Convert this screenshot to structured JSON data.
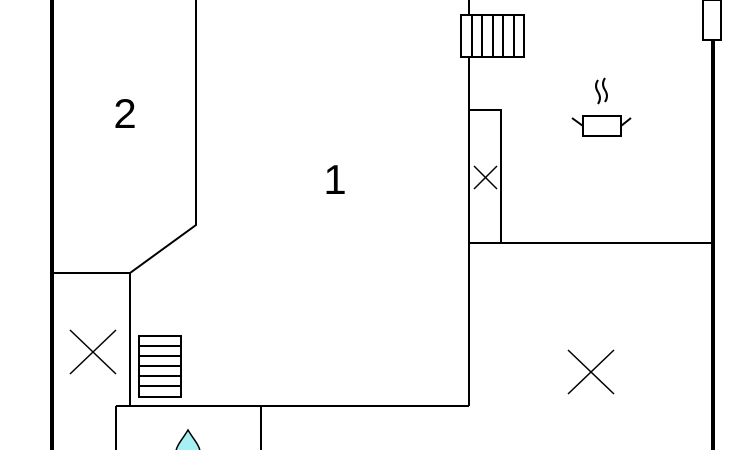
{
  "floor_plan": {
    "rooms": [
      {
        "id": "room-1",
        "label": "1"
      },
      {
        "id": "room-2",
        "label": "2"
      }
    ],
    "icons": [
      "staircase-icon",
      "cooking-pot-icon",
      "window-x-icon",
      "door-x-icon",
      "shower-drop-icon"
    ],
    "colors": {
      "wall": "#000000",
      "background": "#ffffff",
      "water_drop": "#a6f0f4"
    }
  }
}
